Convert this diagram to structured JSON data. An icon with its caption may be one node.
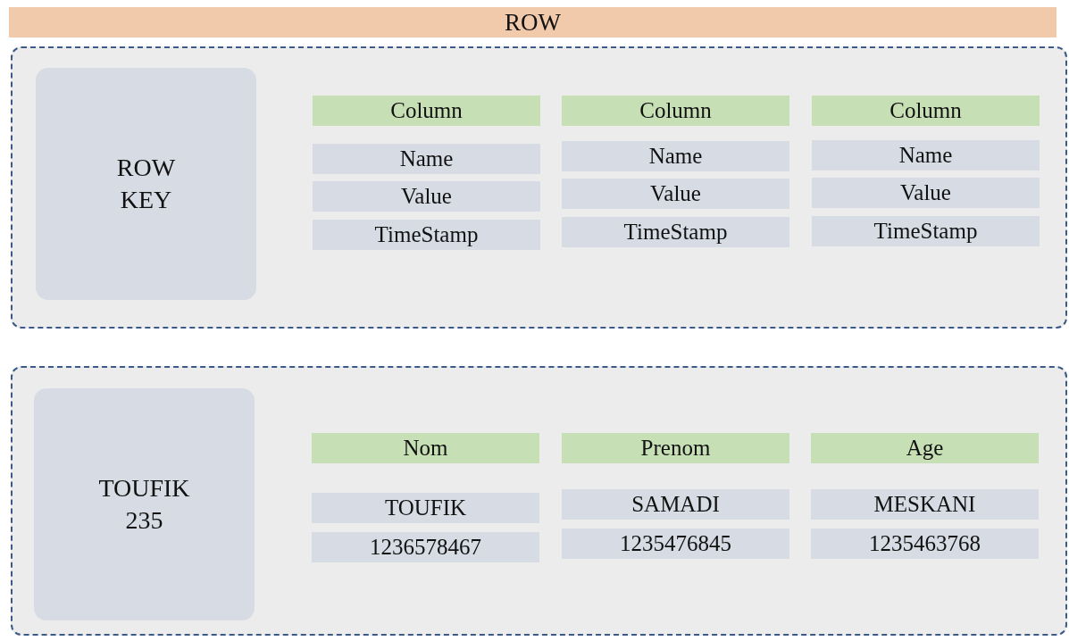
{
  "diagram": {
    "nodes": [
      {
        "text": [
          "ROW"
        ]
      },
      {
        "text": [],
        "shape": "box"
      },
      {
        "text": [
          "ROW KEY"
        ],
        "in": 1
      },
      {
        "text": [
          "Column"
        ],
        "in": 1
      },
      {
        "text": [
          "Name"
        ],
        "in": 1
      },
      {
        "text": [
          "Value"
        ],
        "in": 1
      },
      {
        "text": [
          "TimeStamp"
        ],
        "in": 1
      },
      {
        "text": [
          "Column"
        ],
        "in": 1
      },
      {
        "text": [
          "Name"
        ],
        "in": 1
      },
      {
        "text": [
          "Value"
        ],
        "in": 1
      },
      {
        "text": [
          "TimeStamp"
        ],
        "in": 1
      },
      {
        "text": [
          "Column"
        ],
        "in": 1
      },
      {
        "text": [
          "Name"
        ],
        "in": 1
      },
      {
        "text": [
          "Value"
        ],
        "in": 1
      },
      {
        "text": [
          "TimeStamp"
        ],
        "in": 1
      },
      {
        "text": [],
        "shape": "box"
      },
      {
        "text": [
          "TOUFIK 235"
        ],
        "in": 15
      },
      {
        "text": [
          "Nom"
        ],
        "in": 15
      },
      {
        "text": [
          "TOUFIK"
        ],
        "in": 15
      },
      {
        "text": [
          "1236578467"
        ],
        "in": 15
      },
      {
        "text": [
          "Prenom"
        ],
        "in": 15
      },
      {
        "text": [
          "SAMADI"
        ],
        "in": 15
      },
      {
        "text": [
          "1235476845"
        ],
        "in": 15
      },
      {
        "text": [
          "Age"
        ],
        "in": 15
      },
      {
        "text": [
          "MESKANI"
        ],
        "in": 15
      },
      {
        "text": [
          "1235463768"
        ],
        "in": 15
      }
    ],
    "edges": []
  }
}
